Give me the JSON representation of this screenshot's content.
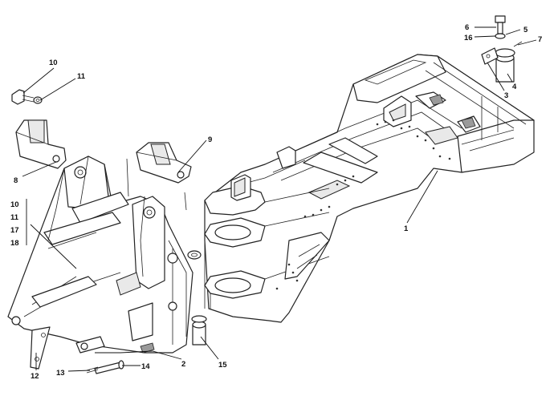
{
  "callouts": {
    "c1": "1",
    "c2": "2",
    "c3": "3",
    "c4": "4",
    "c5": "5",
    "c6": "6",
    "c7": "7",
    "c8": "8",
    "c9": "9",
    "c10a": "10",
    "c11a": "11",
    "c12": "12",
    "c13": "13",
    "c14": "14",
    "c15": "15",
    "c16": "16",
    "group_10": "10",
    "group_11": "11",
    "group_17": "17",
    "group_18": "18"
  }
}
